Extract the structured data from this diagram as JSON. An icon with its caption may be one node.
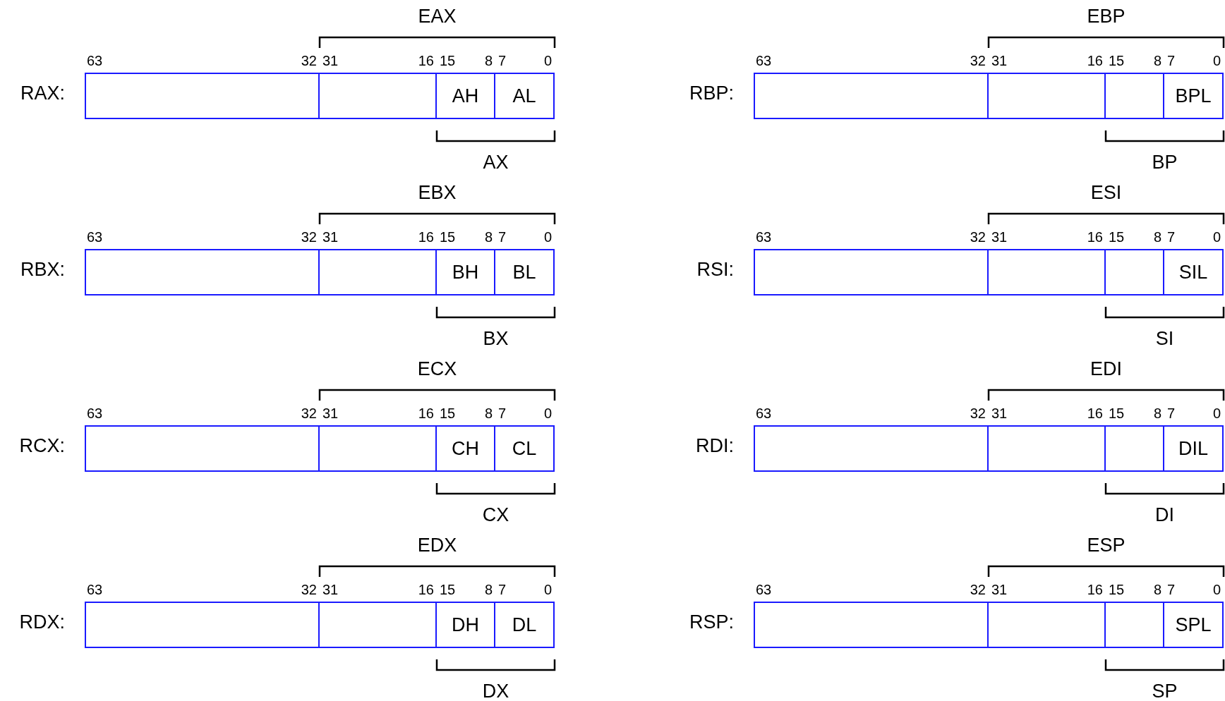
{
  "diagram": {
    "nodes": [
      {
        "text": [
          "RAX:"
        ]
      },
      {
        "text": [],
        "shape": "box",
        "in": 0
      },
      {
        "text": [],
        "shape": "box",
        "in": 0
      },
      {
        "text": [
          "AH"
        ],
        "in": 0
      },
      {
        "text": [
          "AL"
        ],
        "in": 0
      },
      {
        "text": [
          "RBP:"
        ]
      },
      {
        "text": [],
        "shape": "box",
        "in": 5
      },
      {
        "text": [],
        "shape": "box",
        "in": 5
      },
      {
        "text": [],
        "shape": "box",
        "in": 5
      },
      {
        "text": [
          "BPL"
        ],
        "in": 5
      },
      {
        "text": [
          "RBX:"
        ]
      },
      {
        "text": [],
        "shape": "box",
        "in": 10
      },
      {
        "text": [],
        "shape": "box",
        "in": 10
      },
      {
        "text": [
          "BH"
        ],
        "in": 10
      },
      {
        "text": [
          "BL"
        ],
        "in": 10
      },
      {
        "text": [
          "RSI:"
        ]
      },
      {
        "text": [],
        "shape": "box",
        "in": 15
      },
      {
        "text": [],
        "shape": "box",
        "in": 15
      },
      {
        "text": [],
        "shape": "box",
        "in": 15
      },
      {
        "text": [
          "SIL"
        ],
        "in": 15
      },
      {
        "text": [
          "RCX:"
        ]
      },
      {
        "text": [],
        "shape": "box",
        "in": 20
      },
      {
        "text": [],
        "shape": "box",
        "in": 20
      },
      {
        "text": [
          "CH"
        ],
        "in": 20
      },
      {
        "text": [
          "CL"
        ],
        "in": 20
      },
      {
        "text": [
          "RDI:"
        ]
      },
      {
        "text": [],
        "shape": "box",
        "in": 25
      },
      {
        "text": [],
        "shape": "box",
        "in": 25
      },
      {
        "text": [],
        "shape": "box",
        "in": 25
      },
      {
        "text": [
          "DIL"
        ],
        "in": 25
      },
      {
        "text": [
          "RDX:"
        ]
      },
      {
        "text": [],
        "shape": "box",
        "in": 30
      },
      {
        "text": [],
        "shape": "box",
        "in": 30
      },
      {
        "text": [
          "DH"
        ],
        "in": 30
      },
      {
        "text": [
          "DL"
        ],
        "in": 30
      },
      {
        "text": [
          "RSP:"
        ]
      },
      {
        "text": [],
        "shape": "box",
        "in": 35
      },
      {
        "text": [],
        "shape": "box",
        "in": 35
      },
      {
        "text": [],
        "shape": "box",
        "in": 35
      },
      {
        "text": [
          "SPL"
        ],
        "in": 35
      }
    ],
    "labels": [
      "EAX",
      "63",
      "32",
      "31",
      "16",
      "15",
      "8",
      "7",
      "0",
      "AX",
      "EBP",
      "63",
      "32",
      "31",
      "16",
      "15",
      "8",
      "7",
      "0",
      "BP",
      "EBX",
      "63",
      "32",
      "31",
      "16",
      "15",
      "8",
      "7",
      "0",
      "BX",
      "ESI",
      "63",
      "32",
      "31",
      "16",
      "15",
      "8",
      "7",
      "0",
      "SI",
      "ECX",
      "63",
      "32",
      "31",
      "16",
      "15",
      "8",
      "7",
      "0",
      "CX",
      "EDI",
      "63",
      "32",
      "31",
      "16",
      "15",
      "8",
      "7",
      "0",
      "DI",
      "EDX",
      "63",
      "32",
      "31",
      "16",
      "15",
      "8",
      "7",
      "0",
      "DX",
      "ESP",
      "63",
      "32",
      "31",
      "16",
      "15",
      "8",
      "7",
      "0",
      "SP"
    ]
  }
}
